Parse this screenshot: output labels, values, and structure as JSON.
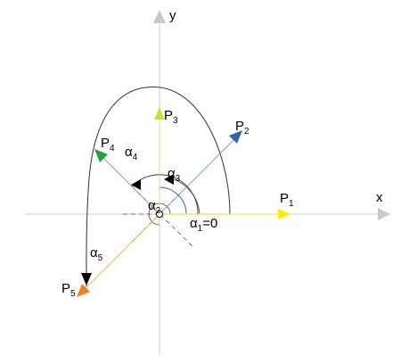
{
  "axes": {
    "x_label": "x",
    "y_label": "y"
  },
  "points": [
    {
      "letter": "P",
      "index": "1",
      "color": "#ffee00"
    },
    {
      "letter": "P",
      "index": "2",
      "color": "#3465a4"
    },
    {
      "letter": "P",
      "index": "3",
      "color": "#c9e234"
    },
    {
      "letter": "P",
      "index": "4",
      "color": "#21a03e"
    },
    {
      "letter": "P",
      "index": "5",
      "color": "#f08020"
    }
  ],
  "angles": [
    {
      "letter": "α",
      "index": "1",
      "suffix": "=0"
    },
    {
      "letter": "α",
      "index": "2",
      "suffix": ""
    },
    {
      "letter": "α",
      "index": "3",
      "suffix": ""
    },
    {
      "letter": "α",
      "index": "4",
      "suffix": ""
    },
    {
      "letter": "α",
      "index": "5",
      "suffix": ""
    }
  ],
  "colors": {
    "axis": "#cccccc",
    "axis_arrow": "#c8c8c8",
    "curve": "#333333",
    "dashed": "#555555",
    "arc_marker": "#000000",
    "alpha3_arc": "#3465a4"
  }
}
